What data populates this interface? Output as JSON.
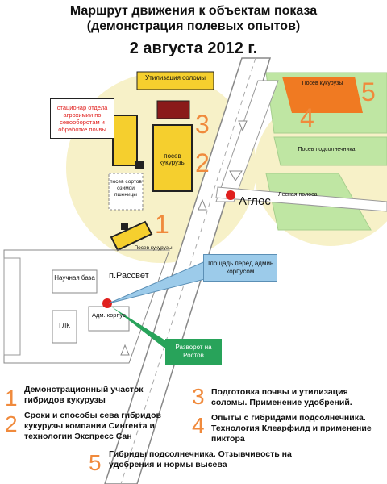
{
  "title": {
    "line1": "Маршрут движения к объектам показа",
    "line2": "(демонстрация полевых опытов)",
    "date": "2 августа 2012 г."
  },
  "map": {
    "utilization": "Утилизация соломы",
    "stationary": "стационар отдела агрохимии по севооборотам и обработке почвы",
    "corn_sowing": "посев кукурузы",
    "wheat_sowing": "посев сортов озимой пшеницы",
    "corn_sowing_small": "Посев кукурузы",
    "sowing_corn_top": "Посев кукурузы",
    "sowing_sunflower": "Посев подсолнечника",
    "aglos": "Аглос",
    "forest_strip": "Лесная полоса",
    "settlement": "п.Рассвет",
    "science_base": "Научная база",
    "glk": "ГЛК",
    "admin": "Адм. корпус",
    "square_callout": "Площадь перед админ. корпусом",
    "turn_callout": "Разворот на Ростов",
    "markers": [
      "1",
      "2",
      "3",
      "4",
      "5"
    ]
  },
  "legend": [
    {
      "num": "1",
      "text": "Демонстрационный участок гибридов кукурузы"
    },
    {
      "num": "2",
      "text": "Сроки и способы сева гибридов кукурузы компании Сингента и технологии Экспресс Сан"
    },
    {
      "num": "3",
      "text": "Подготовка почвы и утилизация соломы. Применение удобрений."
    },
    {
      "num": "4",
      "text": "Опыты с гибридами подсолнечника. Технология Клеарфилд и применение пиктора"
    },
    {
      "num": "5",
      "text": "Гибриды подсолнечника. Отзывчивость на удобрения и нормы высева"
    }
  ],
  "colors": {
    "field_yellow": "#f5cf2e",
    "field_orange": "#f07a22",
    "field_green": "#bfe6a3",
    "halo": "#f7f1c8",
    "marker": "#f08a3c",
    "callout_blue": "#9ccbea",
    "callout_green": "#28a35a",
    "utilization": "#8a1a1a",
    "road": "#ffffff"
  }
}
